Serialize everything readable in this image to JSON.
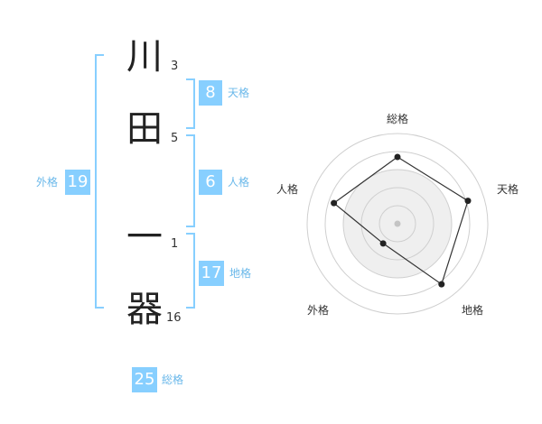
{
  "name_chars": [
    {
      "char": "川",
      "strokes": "3"
    },
    {
      "char": "田",
      "strokes": "5"
    },
    {
      "char": "一",
      "strokes": "1"
    },
    {
      "char": "器",
      "strokes": "16"
    }
  ],
  "kaku": {
    "tenkaku": {
      "value": "8",
      "label": "天格"
    },
    "jinkaku": {
      "value": "6",
      "label": "人格"
    },
    "chikaku": {
      "value": "17",
      "label": "地格"
    },
    "gaikaku": {
      "value": "19",
      "label": "外格"
    },
    "soukaku": {
      "value": "25",
      "label": "総格"
    }
  },
  "colors": {
    "accent": "#87cfff",
    "accent_text": "#6ab8ea"
  },
  "chart_data": {
    "type": "radar",
    "axes": [
      "総格",
      "天格",
      "地格",
      "外格",
      "人格"
    ],
    "series": [
      {
        "values": [
          0.74,
          0.82,
          0.83,
          0.27,
          0.74
        ]
      }
    ],
    "range": [
      0,
      1
    ],
    "rings": 5
  }
}
